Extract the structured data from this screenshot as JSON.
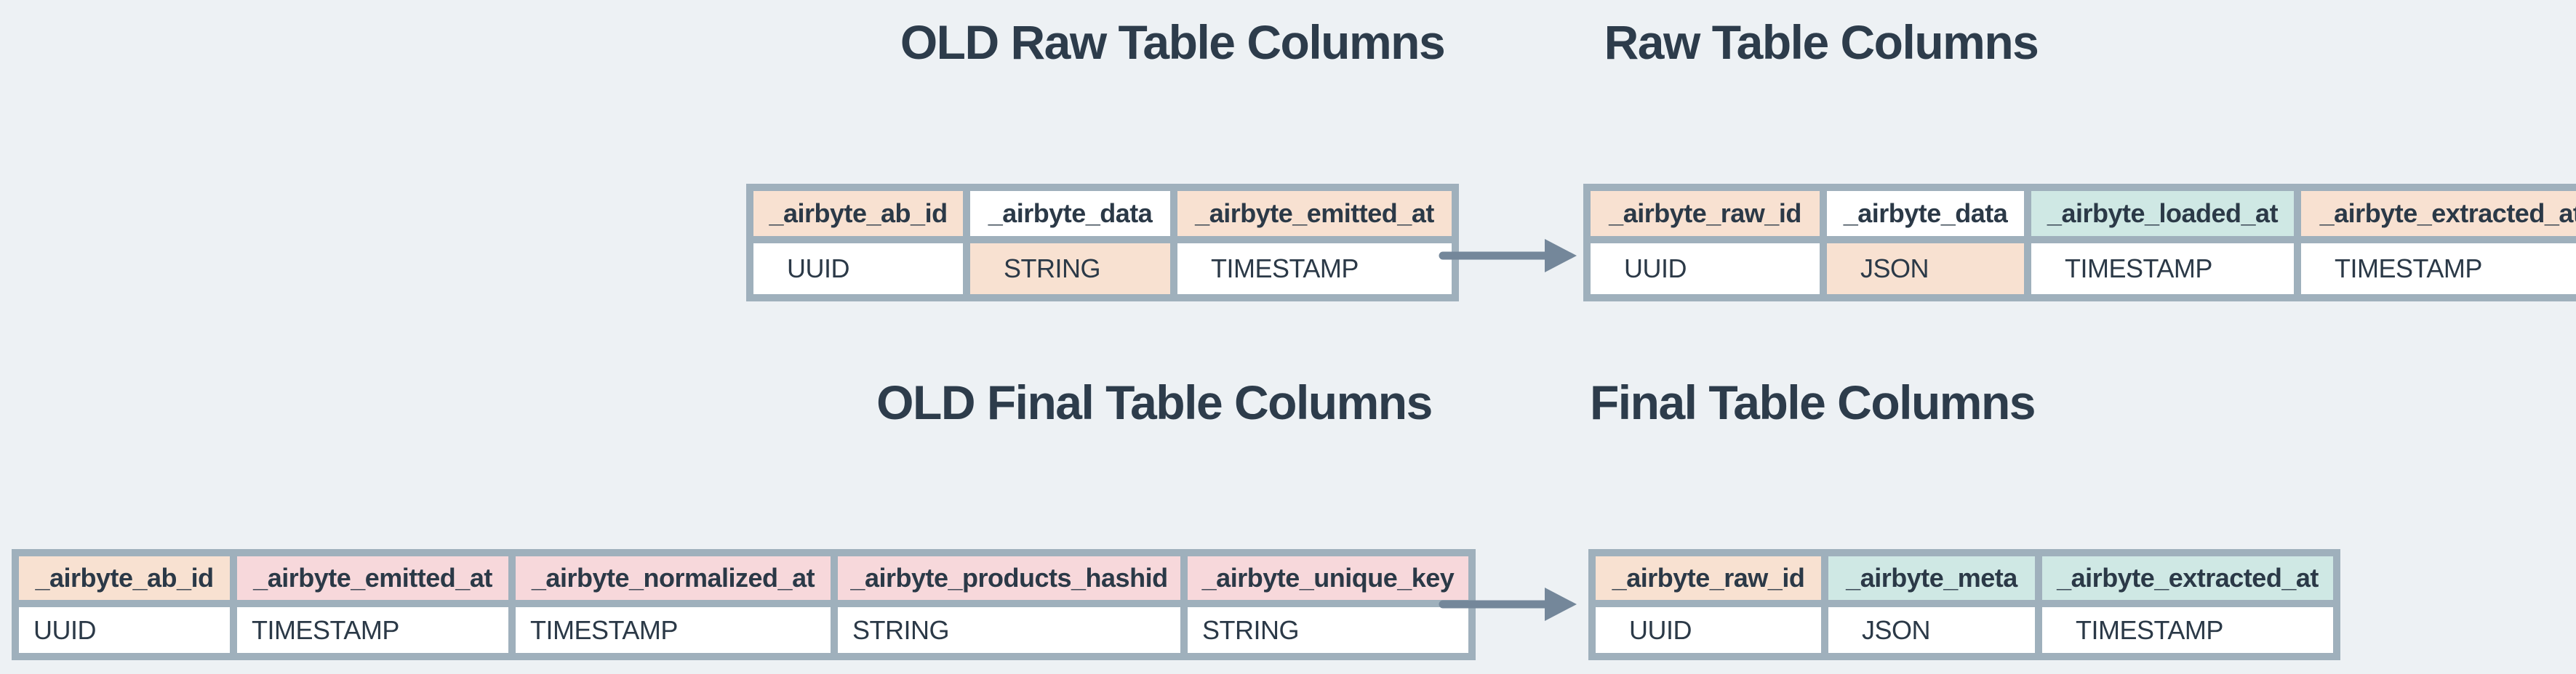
{
  "colors": {
    "background": "#edf1f4",
    "table_border": "#9fb0bc",
    "peach": "#f8e1d1",
    "pink": "#f7d8db",
    "teal": "#cfe8e4",
    "white": "#ffffff",
    "text": "#2b3947",
    "arrow": "#74879a"
  },
  "titles": [
    {
      "text": "OLD Raw Table Columns"
    },
    {
      "text": "Raw Table Columns"
    },
    {
      "text": "OLD Final Table Columns"
    },
    {
      "text": "Final Table Columns"
    }
  ],
  "tables": [
    {
      "name": "old-raw-table-columns",
      "columns": [
        {
          "header": "_airbyte_ab_id",
          "header_bg": "peach",
          "value": "UUID",
          "value_bg": "white"
        },
        {
          "header": "_airbyte_data",
          "header_bg": "white",
          "value": "STRING",
          "value_bg": "peach"
        },
        {
          "header": "_airbyte_emitted_at",
          "header_bg": "peach",
          "value": "TIMESTAMP",
          "value_bg": "white"
        }
      ]
    },
    {
      "name": "raw-table-columns",
      "columns": [
        {
          "header": "_airbyte_raw_id",
          "header_bg": "peach",
          "value": "UUID",
          "value_bg": "white"
        },
        {
          "header": "_airbyte_data",
          "header_bg": "white",
          "value": "JSON",
          "value_bg": "peach"
        },
        {
          "header": "_airbyte_loaded_at",
          "header_bg": "teal",
          "value": "TIMESTAMP",
          "value_bg": "white"
        },
        {
          "header": "_airbyte_extracted_at",
          "header_bg": "peach",
          "value": "TIMESTAMP",
          "value_bg": "white"
        }
      ]
    },
    {
      "name": "old-final-table-columns",
      "columns": [
        {
          "header": "_airbyte_ab_id",
          "header_bg": "peach",
          "value": "UUID",
          "value_bg": "white"
        },
        {
          "header": "_airbyte_emitted_at",
          "header_bg": "pink",
          "value": "TIMESTAMP",
          "value_bg": "white"
        },
        {
          "header": "_airbyte_normalized_at",
          "header_bg": "pink",
          "value": "TIMESTAMP",
          "value_bg": "white"
        },
        {
          "header": "_airbyte_products_hashid",
          "header_bg": "pink",
          "value": "STRING",
          "value_bg": "white"
        },
        {
          "header": "_airbyte_unique_key",
          "header_bg": "pink",
          "value": "STRING",
          "value_bg": "white"
        }
      ]
    },
    {
      "name": "final-table-columns",
      "columns": [
        {
          "header": "_airbyte_raw_id",
          "header_bg": "peach",
          "value": "UUID",
          "value_bg": "white"
        },
        {
          "header": "_airbyte_meta",
          "header_bg": "teal",
          "value": "JSON",
          "value_bg": "white"
        },
        {
          "header": "_airbyte_extracted_at",
          "header_bg": "teal",
          "value": "TIMESTAMP",
          "value_bg": "white"
        }
      ]
    }
  ]
}
